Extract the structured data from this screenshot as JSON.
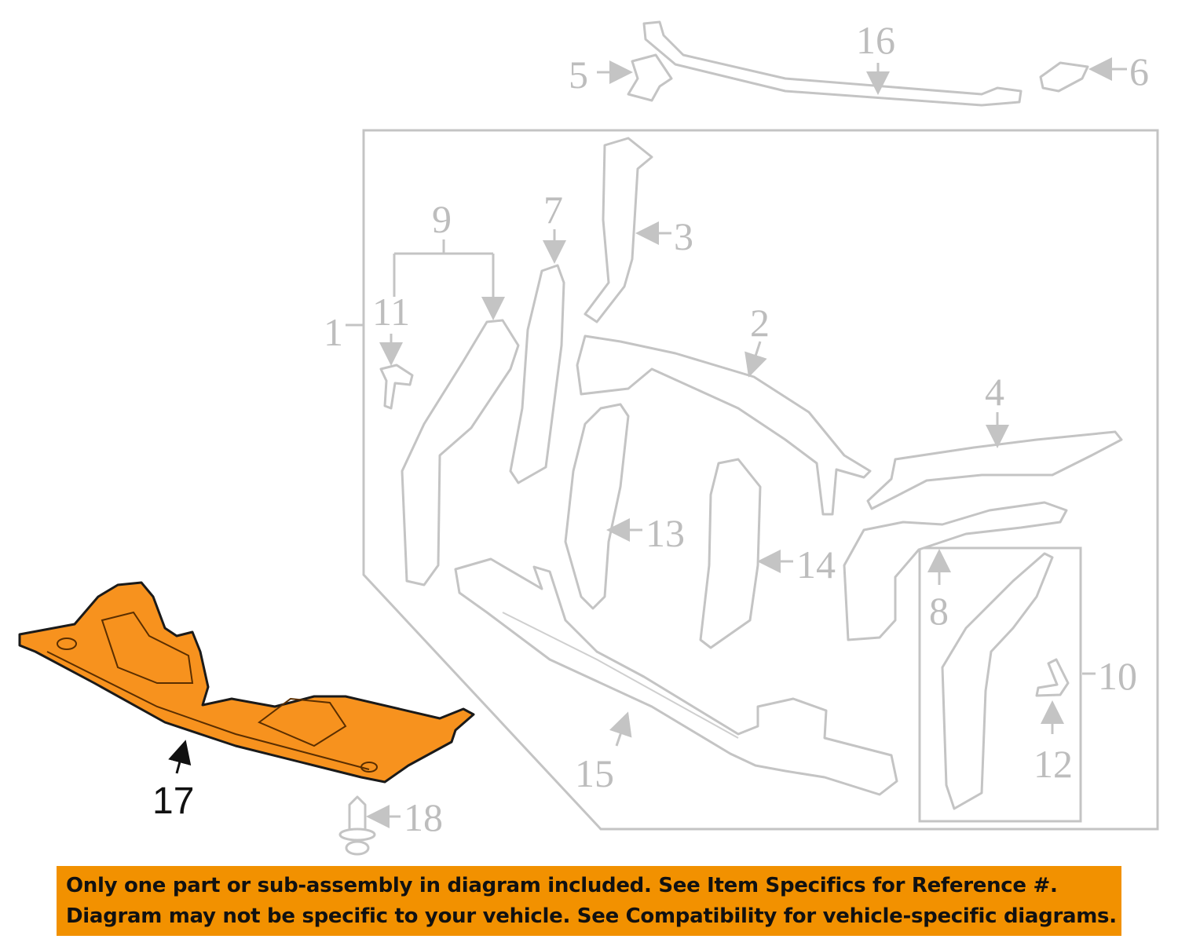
{
  "diagram": {
    "highlight_color": "#f7921e",
    "callouts": {
      "c1": "1",
      "c2": "2",
      "c3": "3",
      "c4": "4",
      "c5": "5",
      "c6": "6",
      "c7": "7",
      "c8": "8",
      "c9": "9",
      "c10": "10",
      "c11": "11",
      "c12": "12",
      "c13": "13",
      "c14": "14",
      "c15": "15",
      "c16": "16",
      "c17": "17",
      "c18": "18"
    },
    "highlighted_part": "17"
  },
  "banner": {
    "line1": "Only one part or sub-assembly in diagram included. See Item Specifics for Reference #.",
    "line2": "Diagram may not be specific to your vehicle. See Compatibility for vehicle-specific diagrams.",
    "color": "#f29100"
  }
}
